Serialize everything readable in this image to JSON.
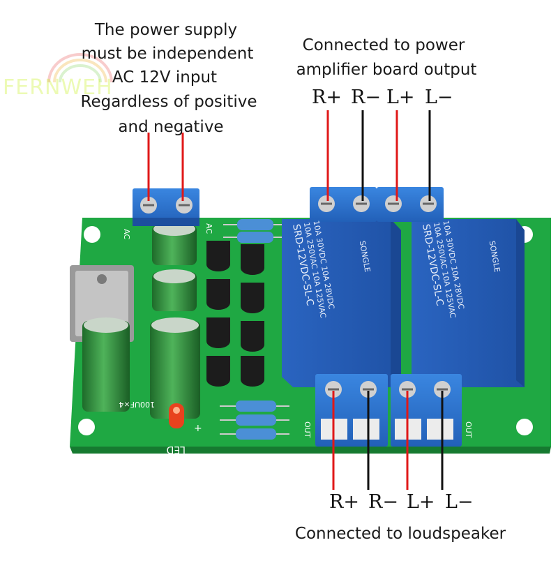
{
  "captions": {
    "power_note_1": "The power supply",
    "power_note_2": "must be independent",
    "power_note_3": "AC 12V input",
    "power_note_4": "Regardless of positive",
    "power_note_5": "and negative",
    "top_caption_1": "Connected to power",
    "top_caption_2": "amplifier board output",
    "bottom_caption": "Connected to loudspeaker"
  },
  "top_terminals": [
    "R+",
    "R−",
    "L+",
    "L−"
  ],
  "bottom_terminals": [
    "R+",
    "R−",
    "L+",
    "L−"
  ],
  "watermark": "FERNWEH",
  "board_labels": {
    "ac_left": "AC",
    "ac_right": "AC",
    "out_left": "OUT",
    "out_right": "OUT",
    "led": "LED",
    "led_plus": "+",
    "cap_note": "100UF×4"
  },
  "relays": [
    {
      "brand": "SONGLE",
      "model": "SRD-12VDC-SL-C",
      "rating_1": "10A 250VAC  10A 125VAC",
      "rating_2": "10A 30VDC  10A 28VDC"
    },
    {
      "brand": "SONGLE",
      "model": "SRD-12VDC-SL-C",
      "rating_1": "10A 250VAC  10A 125VAC",
      "rating_2": "10A 30VDC  10A 28VDC"
    }
  ],
  "colors": {
    "pcb": "#1fa843",
    "terminal": "#2a6fc9",
    "relay": "#2f73d0",
    "wire_red": "#e01818",
    "wire_black": "#111111",
    "capacitor": "#2f8a3a"
  }
}
